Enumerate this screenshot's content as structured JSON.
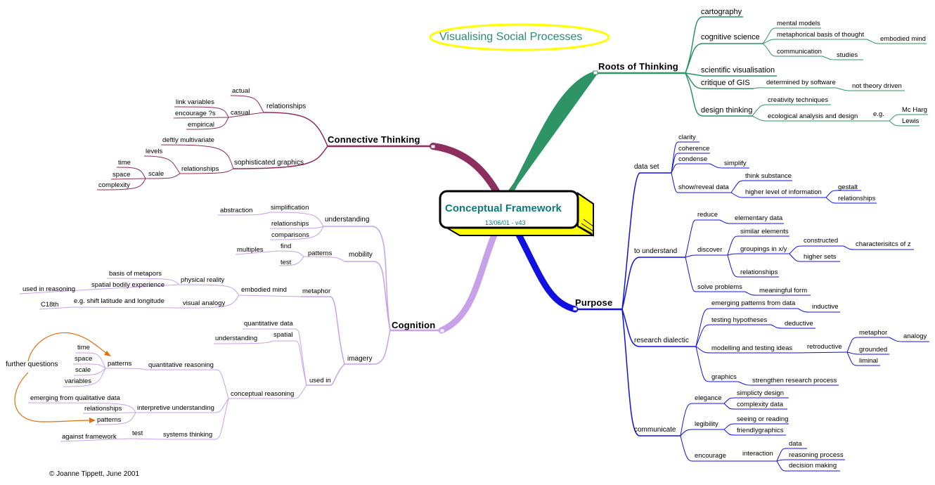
{
  "title": "Visualising Social Processes",
  "center": {
    "title": "Conceptual Framework",
    "subtitle": "13/06/01 - v43"
  },
  "copyright": "© Joanne Tippett,  June  2001",
  "colors": {
    "roots": "#2e9466",
    "connective": "#8c2e5e",
    "cognition": "#c8a2e8",
    "purpose": "#1010e0",
    "note": "#e07010",
    "title_ellipse": "#ffff00",
    "box_fill": "#ffff00"
  },
  "branches": {
    "roots": {
      "label": "Roots of Thinking",
      "cartography": "cartography",
      "cognitive_science": "cognitive science",
      "mental_models": "mental models",
      "metaphorical_basis": "metaphorical basis of thought",
      "embodied_mind": "embodied mind",
      "communication": "communication",
      "studies": "studies",
      "scientific_visualisation": "scientific visualisation",
      "critique_gis": "critique of GIS",
      "determined_by_software": "determined by software",
      "not_theory_driven": "not theory driven",
      "design_thinking": "design thinking",
      "creativity_techniques": "creativity techniques",
      "ecological_analysis": "ecological analysis and design",
      "eg": "e.g.",
      "mc_harg": "Mc Harg",
      "lewis": "Lewis"
    },
    "connective": {
      "label": "Connective Thinking",
      "relationships": "relationships",
      "actual": "actual",
      "casual": "casual",
      "link_variables": "link variables",
      "encourage": "encourage ?s",
      "empirical": "empirical",
      "sophisticated_graphics": "sophisticated graphics",
      "deftly_multivariate": "deftly multivariate",
      "relationships2": "relationships",
      "levels": "levels",
      "scale": "scale",
      "time": "time",
      "space": "space",
      "complexity": "complexity"
    },
    "cognition": {
      "label": "Cognition",
      "understanding": "understanding",
      "simplification": "simplification",
      "abstraction": "abstraction",
      "relationships": "relationships",
      "comparisons": "comparisons",
      "mobility": "mobility",
      "patterns": "patterns",
      "find": "find",
      "multiples": "multiples",
      "test": "test",
      "metaphor": "metaphor",
      "embodied_mind": "embodied mind",
      "physical_reality": "physical reality",
      "basis_of_metapors": "basis of metapors",
      "spatial_bodily_experience": "spatial bodily experience",
      "used_in_reasoning": "used in reasoning",
      "visual_analogy": "visual analogy",
      "shift_latitude": "e.g. shift latitude and longitude",
      "c18th": "C18th",
      "imagery": "imagery",
      "used_in": "used in",
      "quantitative_data": "quantitative data",
      "spatial": "spatial",
      "understanding2": "understanding",
      "conceptual_reasoning": "conceptual reasoning",
      "quantitative_reasoning": "quantitative reasoning",
      "patterns2": "patterns",
      "time": "time",
      "space": "space",
      "scale": "scale",
      "variables": "variables",
      "interpretive_understanding": "interpretive understanding",
      "emerging_qualitative": "emerging from qualitative data",
      "relationships2": "relationships",
      "patterns3": "patterns",
      "systems_thinking": "systems thinking",
      "test2": "test",
      "against_framework": "against framework",
      "further_questions": "further questions"
    },
    "purpose": {
      "label": "Purpose",
      "data_set": "data set",
      "clarity": "clarity",
      "coherence": "coherence",
      "condense": "condense",
      "simplify": "simplify",
      "show_reveal": "show/reveal data",
      "think_substance": "think substance",
      "higher_level": "higher level of information",
      "gestalt": "gestalt",
      "relationships": "relationships",
      "to_understand": "to understand",
      "reduce": "reduce",
      "elementary_data": "elementary data",
      "discover": "discover",
      "similar_elements": "similar elements",
      "groupings": "groupings in x/y",
      "constructed": "constructed",
      "characteristics_z": "characterisitcs of z",
      "higher_sets": "higher sets",
      "relationships2": "relationships",
      "solve_problems": "solve problems",
      "meaningful_form": "meaningful form",
      "research_dialectic": "research dialectic",
      "emerging_patterns": "emerging patterns from data",
      "inductive": "inductive",
      "testing_hypotheses": "testing hypotheses",
      "deductive": "deductive",
      "modelling_testing": "modelling and testing ideas",
      "retroductive": "retroductive",
      "metaphor": "metaphor",
      "analogy": "analogy",
      "grounded": "grounded",
      "liminal": "liminal",
      "graphics": "graphics",
      "strengthen": "strengthen research process",
      "communicate": "communicate",
      "elegance": "elegance",
      "simplicity_design": "simplicty design",
      "complexity_data": "complexity data",
      "legibility": "legibility",
      "seeing_reading": "seeing or reading",
      "friendlygraphics": "friendlygraphics",
      "encourage": "encourage",
      "interaction": "interaction",
      "data": "data",
      "reasoning_process": "reasoning process",
      "decision_making": "decision making"
    }
  }
}
